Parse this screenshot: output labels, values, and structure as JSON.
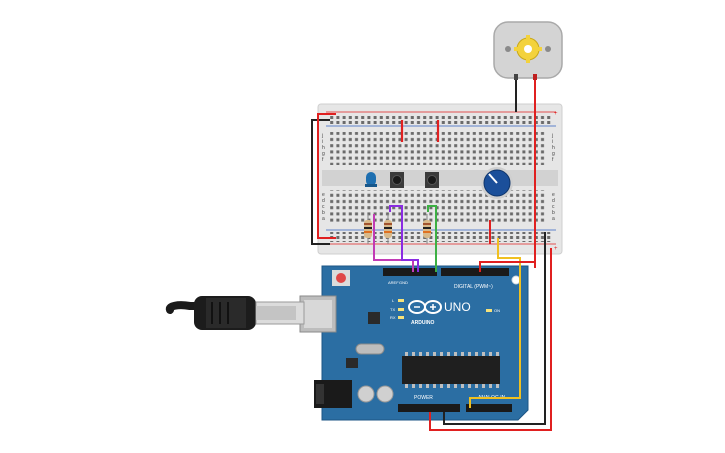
{
  "board": {
    "brand": "ARDUINO",
    "model": "UNO",
    "digital_header": "DIGITAL (PWM~)",
    "power_header": "POWER",
    "analog_header": "ANALOG IN",
    "on_led": "ON",
    "tx_label": "TX",
    "rx_label": "RX",
    "l_label": "L",
    "aref_label": "AREF",
    "gnd_label": "GND"
  },
  "breadboard": {
    "row_letters_top": [
      "j",
      "i",
      "h",
      "g",
      "f"
    ],
    "row_letters_bottom": [
      "e",
      "d",
      "c",
      "b",
      "a"
    ],
    "column_count": 30
  },
  "colors": {
    "board_blue": "#2b6ea3",
    "breadboard": "#e8e8e8",
    "wire_red": "#e02020",
    "wire_black": "#222222",
    "wire_yellow": "#f0c020",
    "wire_green": "#3cb043",
    "wire_purple": "#8a2be2",
    "wire_magenta": "#c23bb5",
    "led_blue": "#1e6fb0",
    "pot_knob": "#1b4f9a",
    "motor_gear": "#f3d23c"
  },
  "components": [
    "usb-cable",
    "arduino-uno",
    "breadboard",
    "dc-motor",
    "potentiometer",
    "push-button-1",
    "push-button-2",
    "led",
    "resistor-1",
    "resistor-2",
    "resistor-3"
  ]
}
